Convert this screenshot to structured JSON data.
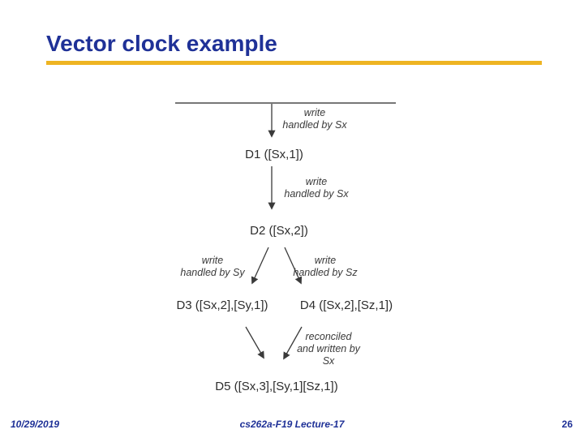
{
  "slide": {
    "title": "Vector clock example",
    "footer": {
      "date": "10/29/2019",
      "course": "cs262a-F19 Lecture-17",
      "page_number": "26"
    },
    "colors": {
      "title_navy": "#1F3197",
      "rule_gold": "#EEB422",
      "diagram_ink": "#3a3a3a"
    }
  },
  "diagram": {
    "nodes": {
      "d1": "D1 ([Sx,1])",
      "d2": "D2 ([Sx,2])",
      "d3": "D3 ([Sx,2],[Sy,1])",
      "d4": "D4 ([Sx,2],[Sz,1])",
      "d5": "D5 ([Sx,3],[Sy,1][Sz,1])"
    },
    "edge_labels": {
      "write_sx_1": "write\nhandled by Sx",
      "write_sx_2": "write\nhandled by Sx",
      "write_sy": "write\nhandled by Sy",
      "write_sz": "write\nhandled by Sz",
      "reconciled": "reconciled\nand written by\nSx"
    }
  }
}
